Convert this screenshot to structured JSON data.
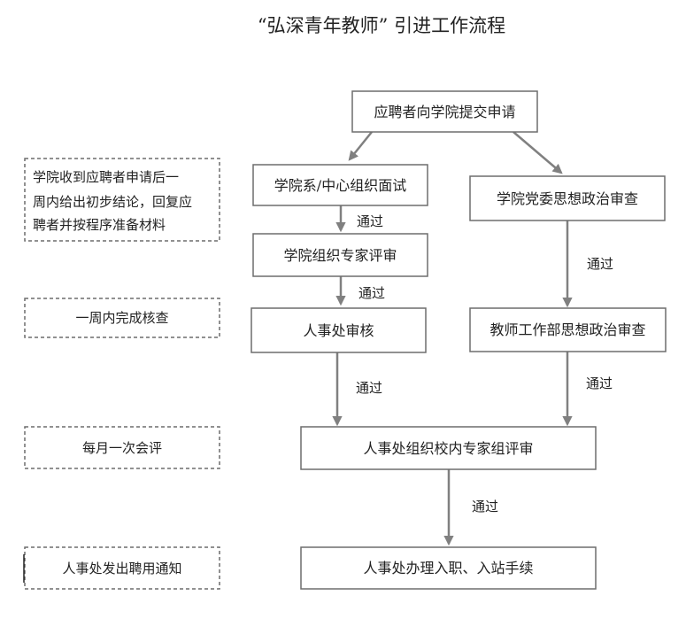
{
  "title": "“弘深青年教师” 引进工作流程",
  "nodes": {
    "apply": "应聘者向学院提交申请",
    "interview": "学院系/中心组织面试",
    "political_review": "学院党委思想政治审查",
    "expert_review": "学院组织专家评审",
    "hr_audit": "人事处审核",
    "teacher_dept_review": "教师工作部思想政治审查",
    "school_panel": "人事处组织校内专家组评审",
    "onboarding": "人事处办理入职、入站手续"
  },
  "edge_labels": {
    "interview_to_expert": "通过",
    "expert_to_hr": "通过",
    "political_to_teacher": "通过",
    "hr_to_panel": "通过",
    "teacher_to_panel": "通过",
    "panel_to_onboarding": "通过"
  },
  "side_notes": {
    "note1": [
      "学院收到应聘者申请后一",
      "周内给出初步结论，回复应",
      "聘者并按程序准备材料"
    ],
    "note2": "一周内完成核查",
    "note3": "每月一次会评",
    "note4": "人事处发出聘用通知"
  },
  "colors": {
    "box_stroke": "#6d6d6d",
    "arrow": "#808080",
    "text": "#222222"
  }
}
